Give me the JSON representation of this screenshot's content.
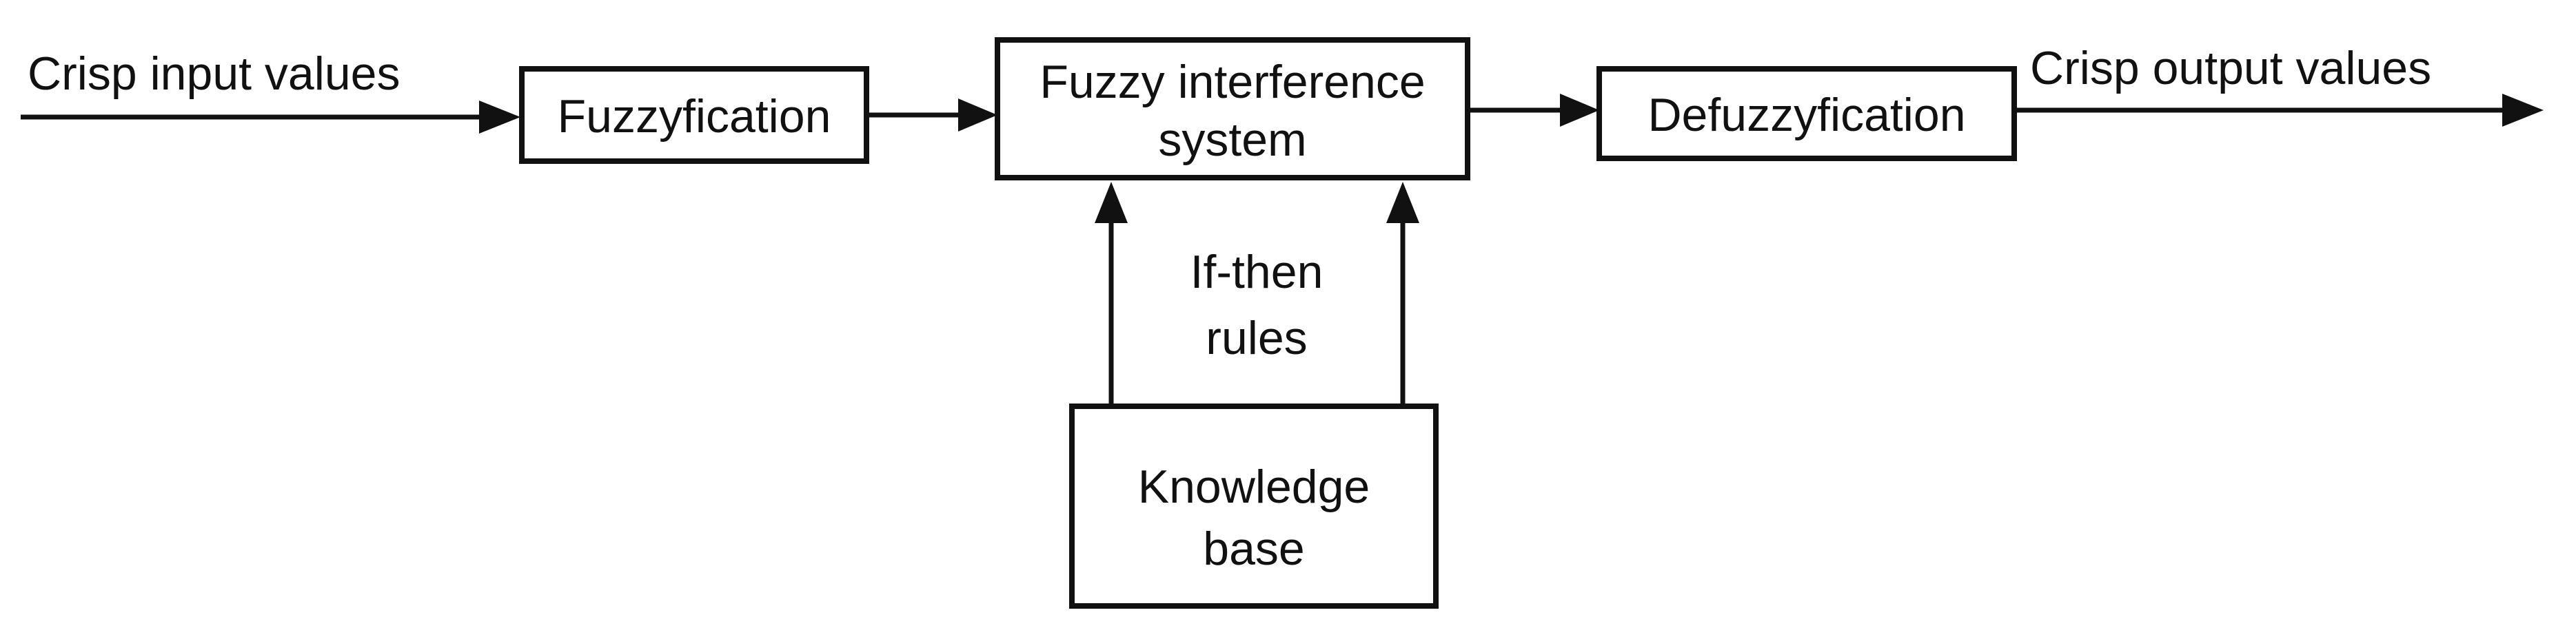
{
  "diagram": {
    "input_label": "Crisp input values",
    "output_label": "Crisp output values",
    "fuzzyfication": "Fuzzyfication",
    "inference": {
      "line1": "Fuzzy interference",
      "line2": "system"
    },
    "defuzzyfication": "Defuzzyfication",
    "rules": {
      "line1": "If-then",
      "line2": "rules"
    },
    "knowledge_base": {
      "line1": "Knowledge",
      "line2": "base"
    }
  }
}
